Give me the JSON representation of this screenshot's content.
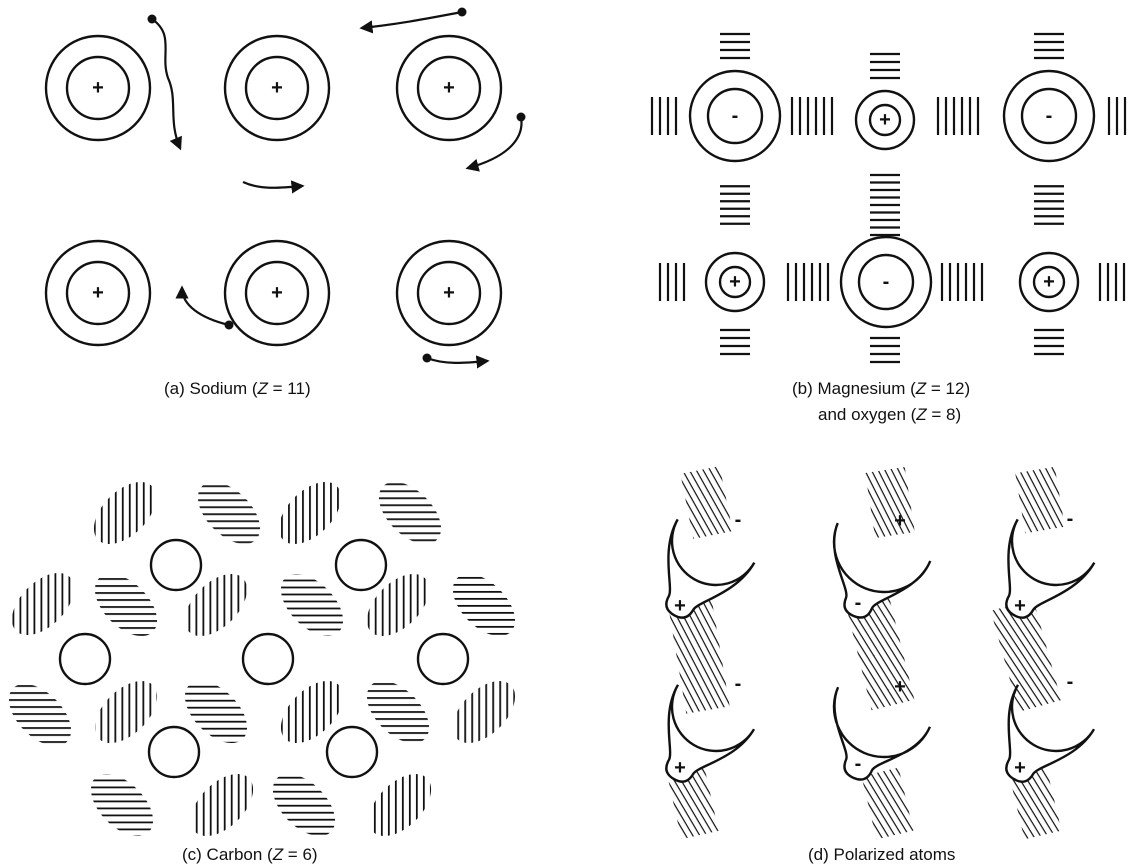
{
  "figure": {
    "panel_a": {
      "caption_prefix": "(a) Sodium (",
      "caption_var": "Z",
      "caption_suffix": " = 11)",
      "ion_sign": "+"
    },
    "panel_b": {
      "caption_line1_prefix": "(b) Magnesium (",
      "caption_line1_var": "Z",
      "caption_line1_suffix": " = 12)",
      "caption_line2_prefix": "and oxygen (",
      "caption_line2_var": "Z",
      "caption_line2_suffix": " = 8)",
      "cation_sign": "+",
      "anion_sign": "-"
    },
    "panel_c": {
      "caption_prefix": "(c) Carbon (",
      "caption_var": "Z",
      "caption_suffix": " = 6)"
    },
    "panel_d": {
      "caption": "(d) Polarized atoms",
      "plus_sign": "+",
      "minus_sign": "-"
    }
  }
}
